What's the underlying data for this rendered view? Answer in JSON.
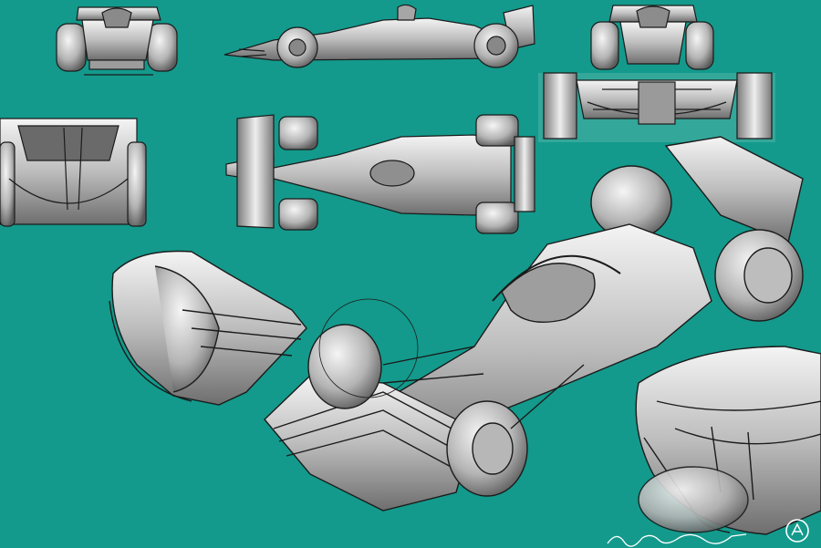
{
  "artwork": {
    "background_color": "#139a8c",
    "ink_color": "#1b1b1b",
    "metal_light": "#f2f2f2",
    "metal_mid": "#b9b9b9",
    "metal_dark": "#6c6c6c",
    "views": [
      "front-view",
      "side-view",
      "rear-view",
      "rear-wing-view",
      "rear-close-view",
      "top-view",
      "perspective-view",
      "front-wing-detail",
      "sidepod-detail"
    ],
    "signature_mark": "signature",
    "logo_mark": "circle-logo"
  }
}
